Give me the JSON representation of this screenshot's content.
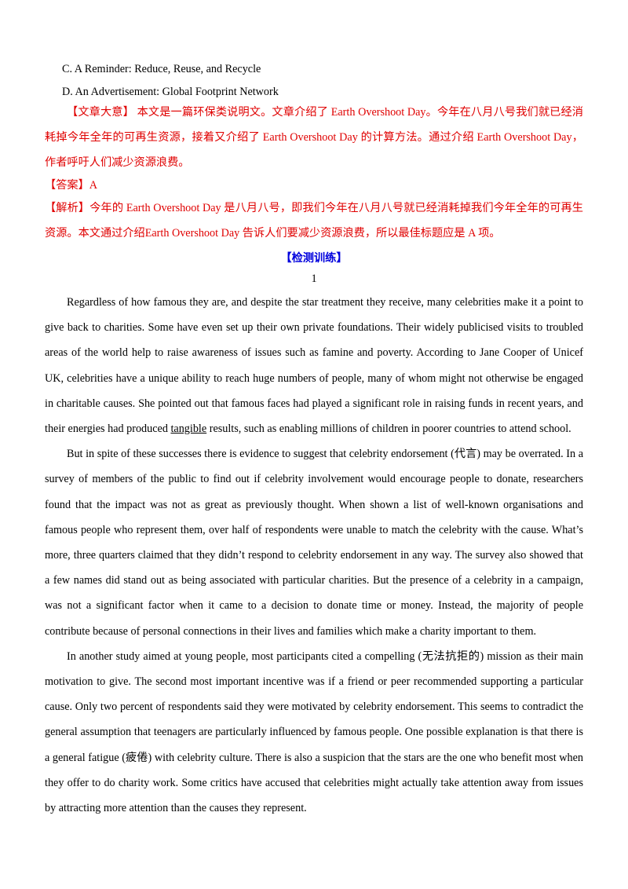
{
  "options": {
    "c": "C.  A  Reminder:  Reduce, Reuse,  and  Recycle",
    "d": "D.  An  Advertisement:  Global Footprint Network"
  },
  "summary": {
    "label": "【文章大意】",
    "text": "  本文是一篇环保类说明文。文章介绍了 Earth Overshoot Day。今年在八月八号我们就已经消耗掉今年全年的可再生资源，接着又介绍了 Earth Overshoot Day 的计算方法。通过介绍 Earth Overshoot Day，作者呼吁人们减少资源浪费。"
  },
  "answer": {
    "label": "【答案】",
    "text": "A"
  },
  "analysis": {
    "label": "【解析】",
    "text": "今年的 Earth Overshoot Day 是八月八号，即我们今年在八月八号就已经消耗掉我们今年全年的可再生资源。本文通过介绍Earth Overshoot Day 告诉人们要减少资源浪费，所以最佳标题应是 A 项。"
  },
  "section_title": "【检测训练】",
  "passage_number": "1",
  "passage": {
    "p1_a": "Regardless of how famous they are, and despite the star treatment they receive, many celebrities make it a point to give back to charities. Some have even set up their own private foundations. Their widely publicised visits to troubled areas of the world help to raise awareness of issues such as famine and poverty. According to Jane Cooper of Unicef UK, celebrities have a unique ability to reach huge numbers of people, many of whom might not otherwise be engaged in charitable causes. She pointed out that famous faces had played a significant role in raising funds in recent years, and their energies had produced ",
    "p1_underlined": "tangible",
    "p1_b": " results, such as enabling millions of children in poorer countries to attend school.",
    "p2": "But in spite of these successes there is evidence to suggest that celebrity endorsement (代言) may be overrated. In a survey of members of the public to find out if celebrity involvement would encourage people to donate, researchers found that the impact was not as great as previously thought. When shown a list of well-known organisations and famous people who represent them, over half of respondents were unable to match the celebrity with the cause. What’s more, three quarters claimed that they didn’t respond to celebrity endorsement in any way. The survey also showed that a few names did stand out as being associated with particular charities. But the presence of a celebrity in a campaign, was not a significant factor when it came to a decision to donate time or money. Instead, the majority of people contribute because of personal connections in their lives and families which make a charity important to them.",
    "p3": "In another study aimed at young people, most participants cited a compelling (无法抗拒的) mission as their main motivation to give. The second most important incentive was if a friend or peer recommended supporting a particular cause. Only two percent of respondents said they were motivated by celebrity endorsement. This seems to contradict the general assumption that teenagers are particularly influenced by famous people. One possible explanation is that there is a general fatigue (疲倦) with celebrity culture. There is also a suspicion that the stars are the one who benefit most when they offer to do charity work. Some critics have accused that celebrities might actually take attention away from issues by attracting more attention than the causes they represent."
  }
}
